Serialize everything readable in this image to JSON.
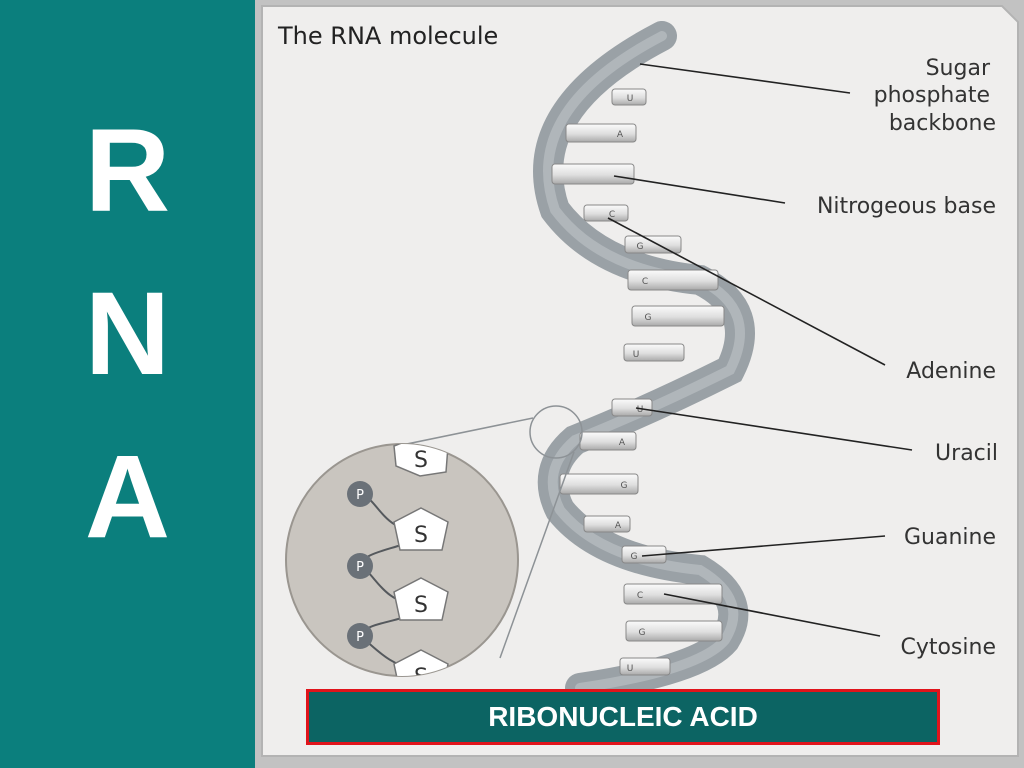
{
  "side_title": {
    "letters": [
      "R",
      "N",
      "A"
    ]
  },
  "figure": {
    "title": "The RNA molecule",
    "labels": {
      "sugar_phosphate": [
        "Sugar",
        "phosphate",
        "backbone"
      ],
      "nitrogeous_base": "Nitrogeous base",
      "adenine": "Adenine",
      "uracil": "Uracil",
      "guanine": "Guanine",
      "cytosine": "Cytosine"
    },
    "base_letters": [
      "U",
      "A",
      "",
      "C",
      "G",
      "C",
      "G",
      "U",
      "U",
      "A",
      "G",
      "A",
      "G",
      "C",
      "G",
      "U"
    ],
    "inset": {
      "sugar_label": "S",
      "phosphate_label": "P"
    },
    "caption": "RIBONUCLEIC ACID"
  },
  "colors": {
    "teal_panel": "#0b7f7d",
    "caption_fill": "#0c6463",
    "caption_border": "#e0141b",
    "backbone": "#8e969c",
    "figure_bg": "#efeeed",
    "inset_bg": "#c9c5bf",
    "phosphate": "#6a7178"
  }
}
